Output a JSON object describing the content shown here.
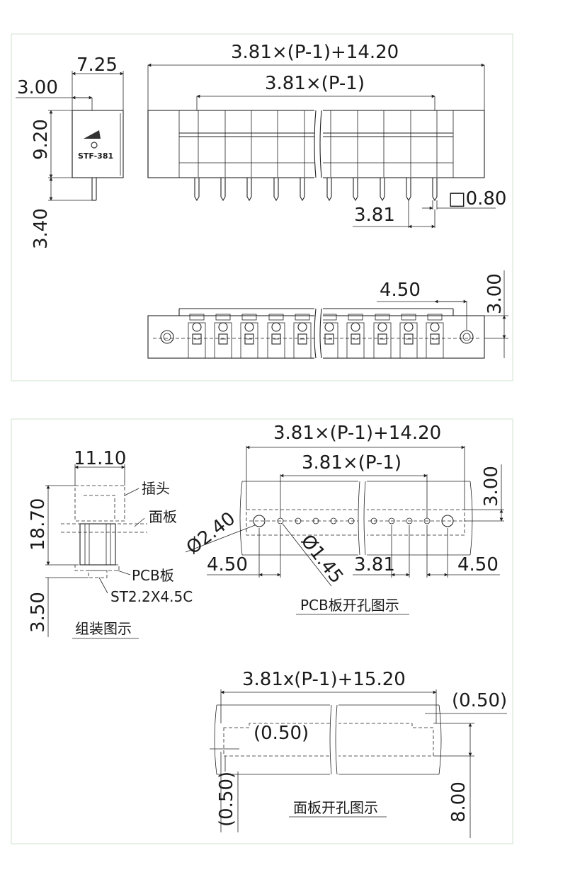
{
  "colors": {
    "panel_border": "#cfe3cf",
    "line": "#222222",
    "text": "#1a1a1a"
  },
  "logo_text": "STF-381",
  "panel1": {
    "dims": {
      "width_725": "7.25",
      "offset_300": "3.00",
      "height_920": "9.20",
      "pin_340": "3.40",
      "total_len": "3.81×(P-1)+14.20",
      "pitch_len": "3.81×(P-1)",
      "pin_sq": "□0.80",
      "pitch": "3.81",
      "mount_450": "4.50",
      "mount_300": "3.00"
    }
  },
  "panel2": {
    "dims": {
      "width_1110": "11.10",
      "height_1870": "18.70",
      "bottom_350": "3.50",
      "total_len": "3.81×(P-1)+14.20",
      "pitch_len": "3.81×(P-1)",
      "side_300": "3.00",
      "dia_240": "Ø2.40",
      "dia_145": "Ø1.45",
      "left_450": "4.50",
      "pitch": "3.81",
      "right_450": "4.50",
      "panel_len": "3.81x(P-1)+15.20",
      "gap_050_top": "(0.50)",
      "gap_050_mid": "(0.50)",
      "gap_050_left": "(0.50)",
      "panel_800": "8.00"
    },
    "labels": {
      "plug": "插头",
      "panel": "面板",
      "pcb": "PCB板",
      "screw": "ST2.2X4.5C",
      "assembly": "组装图示",
      "pcb_holes": "PCB板开孔图示",
      "panel_holes": "面板开孔图示"
    }
  }
}
